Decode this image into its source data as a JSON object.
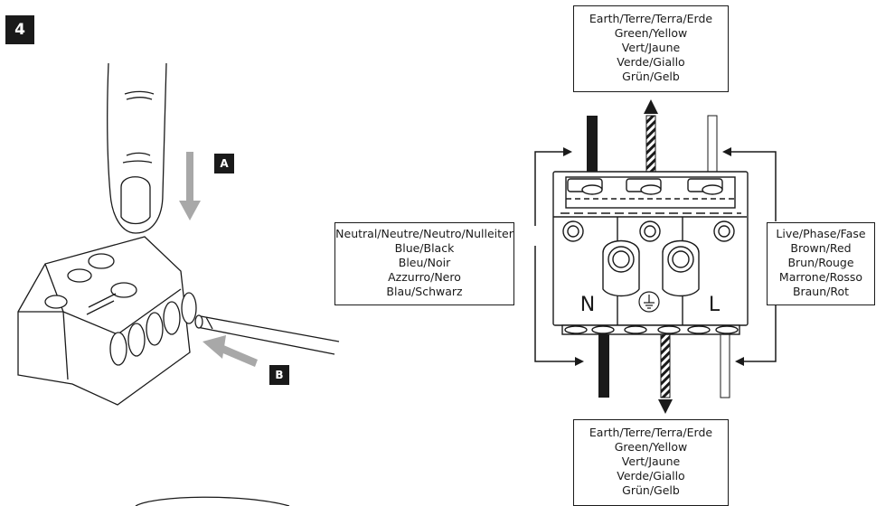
{
  "step_number": "4",
  "label_a": "A",
  "label_b": "B",
  "earth_top": {
    "lines": [
      "Earth/Terre/Terra/Erde",
      "Green/Yellow",
      "Vert/Jaune",
      "Verde/Giallo",
      "Grün/Gelb"
    ]
  },
  "earth_bottom": {
    "lines": [
      "Earth/Terre/Terra/Erde",
      "Green/Yellow",
      "Vert/Jaune",
      "Verde/Giallo",
      "Grün/Gelb"
    ]
  },
  "neutral": {
    "lines": [
      "Neutral/Neutre/Neutro/Nulleiter",
      "Blue/Black",
      "Bleu/Noir",
      "Azzurro/Nero",
      "Blau/Schwarz"
    ]
  },
  "live": {
    "lines": [
      "Live/Phase/Fase",
      "Brown/Red",
      "Brun/Rouge",
      "Marrone/Rosso",
      "Braun/Rot"
    ]
  },
  "terminal_labels": {
    "neutral": "N",
    "live": "L"
  },
  "icons": {
    "earth_symbol": "ground-icon",
    "finger": "finger-icon",
    "connector": "connector-block-icon"
  }
}
